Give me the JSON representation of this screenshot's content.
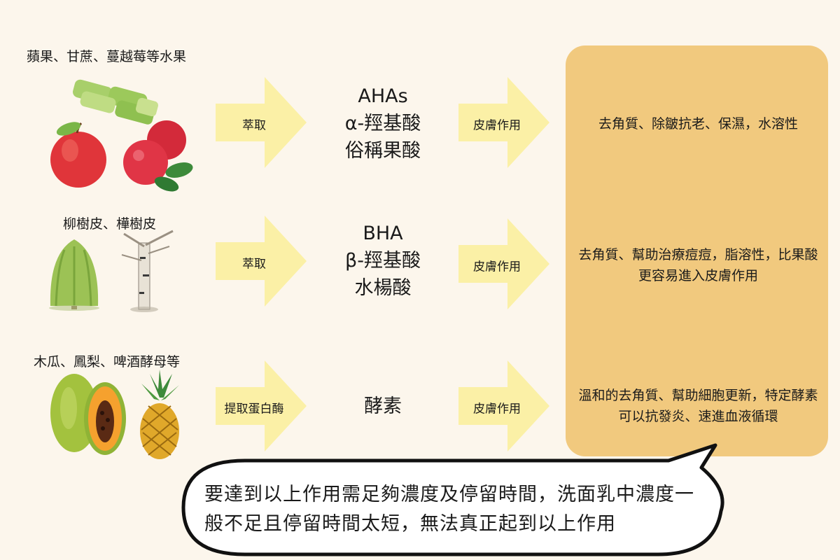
{
  "rows": [
    {
      "source": "蘋果、甘蔗、蔓越莓等水果",
      "process": "萃取",
      "acid": [
        "AHAs",
        "α-羥基酸",
        "俗稱果酸"
      ],
      "action": "皮膚作用",
      "effect": "去角質、除皺抗老、保濕，水溶性"
    },
    {
      "source": "柳樹皮、樺樹皮",
      "process": "萃取",
      "acid": [
        "BHA",
        "β-羥基酸",
        "水楊酸"
      ],
      "action": "皮膚作用",
      "effect": "去角質、幫助治療痘痘，脂溶性，比果酸更容易進入皮膚作用"
    },
    {
      "source": "木瓜、鳳梨、啤酒酵母等",
      "process": "提取蛋白酶",
      "acid": [
        "酵素"
      ],
      "action": "皮膚作用",
      "effect": "溫和的去角質、幫助細胞更新，特定酵素可以抗發炎、速進血液循環"
    }
  ],
  "note": "要達到以上作用需足夠濃度及停留時間，洗面乳中濃度一般不足且停留時間太短，無法真正起到以上作用",
  "colors": {
    "background": "#fcf6ec",
    "arrow": "#fbf0a6",
    "panel": "#f1c97e"
  }
}
